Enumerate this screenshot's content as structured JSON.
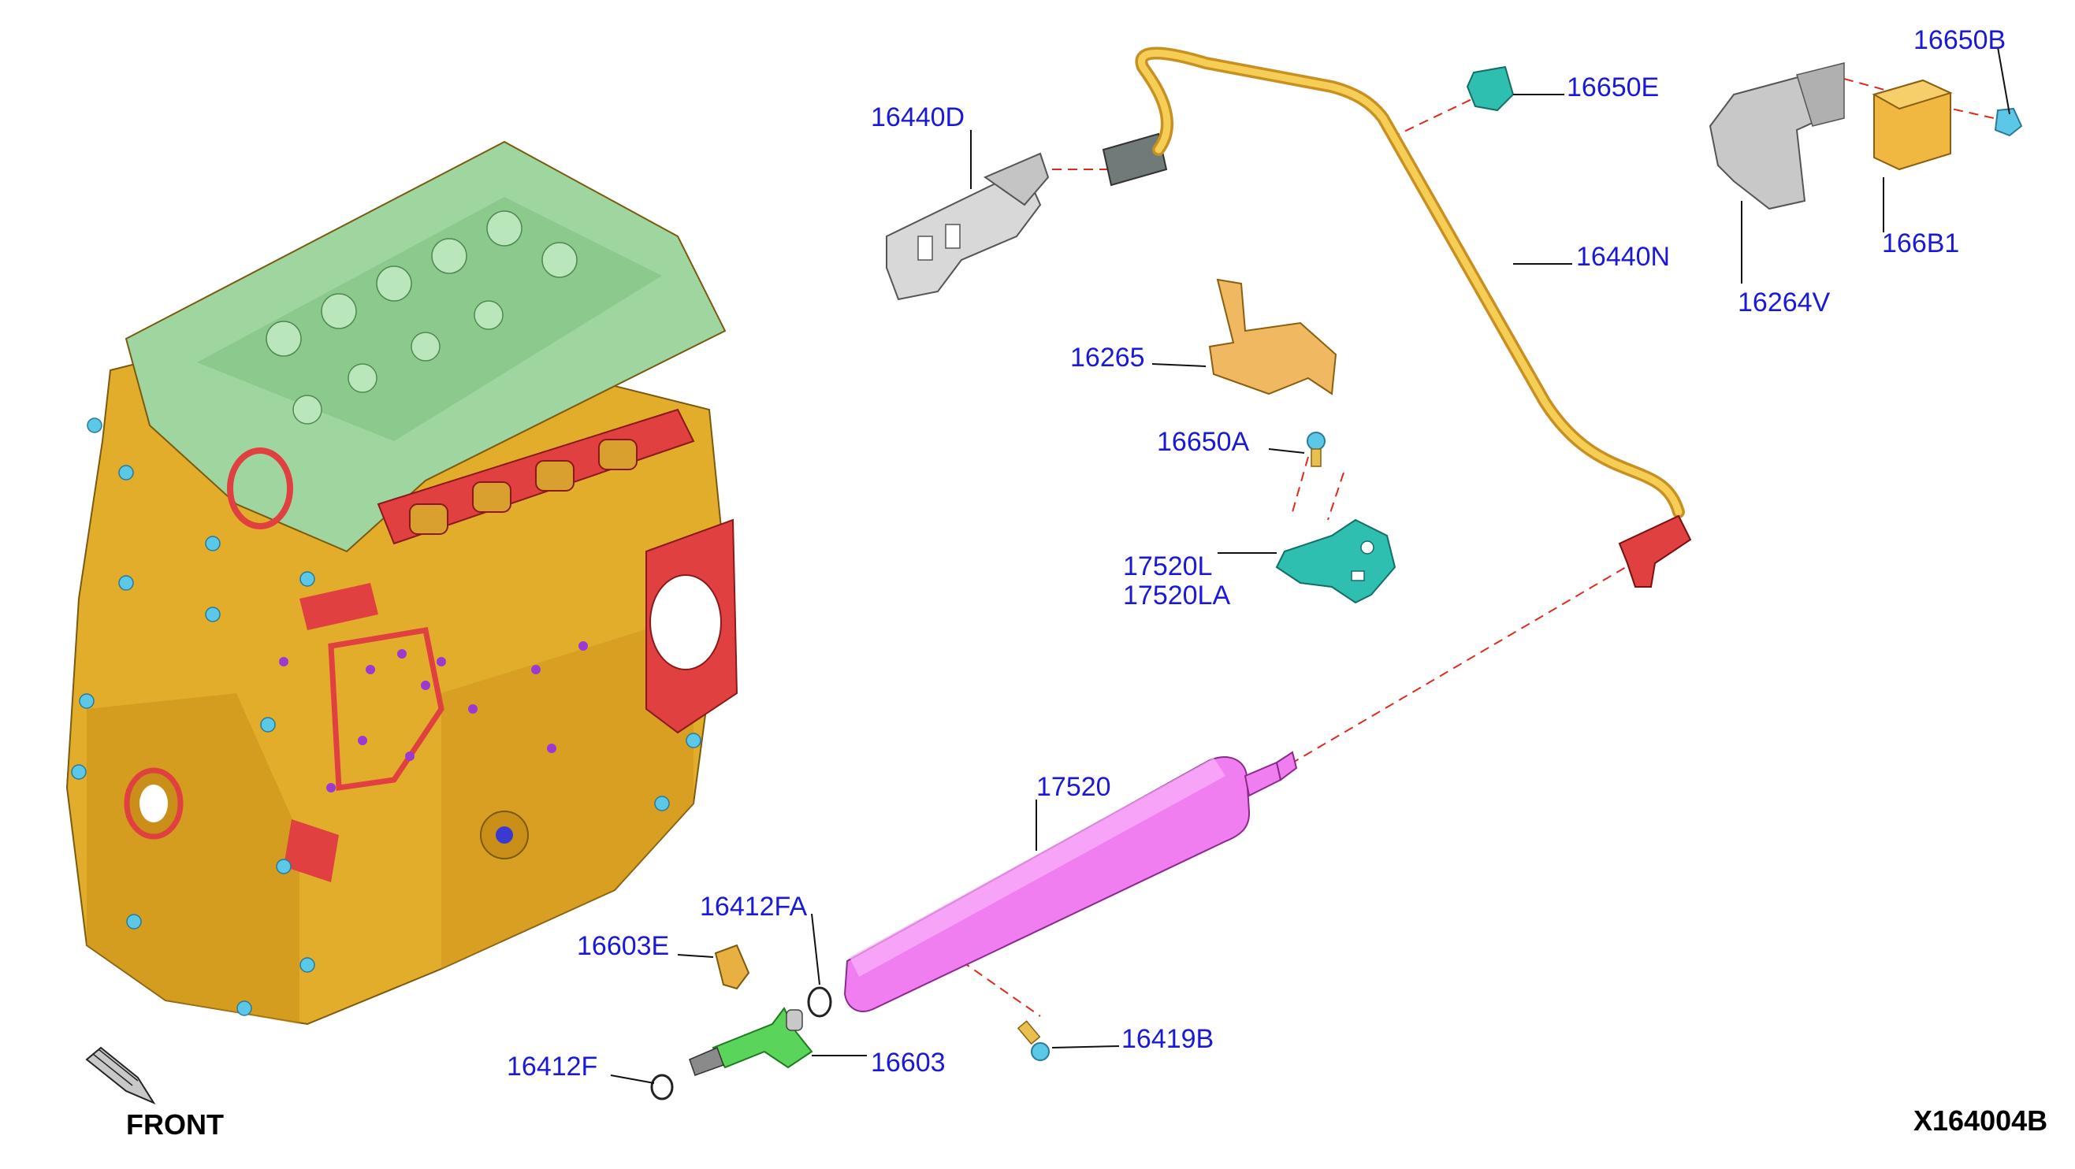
{
  "diagram": {
    "drawing_id": "X164004B",
    "front_label": "FRONT",
    "parts": [
      {
        "id": "16440D"
      },
      {
        "id": "16650E"
      },
      {
        "id": "16650B"
      },
      {
        "id": "16440N"
      },
      {
        "id": "166B1"
      },
      {
        "id": "16264V"
      },
      {
        "id": "16265"
      },
      {
        "id": "16650A"
      },
      {
        "id": "17520L"
      },
      {
        "id": "17520LA"
      },
      {
        "id": "17520"
      },
      {
        "id": "16412FA"
      },
      {
        "id": "16603E"
      },
      {
        "id": "16412F"
      },
      {
        "id": "16603"
      },
      {
        "id": "16419B"
      }
    ]
  },
  "colors": {
    "engine_block": "#e3ad2c",
    "cylinder_head": "#9fd6a0",
    "gasket": "#e04040",
    "fuel_rail": "#f07ef0",
    "fuel_hose": "#f3bf3a",
    "bracket": "#f0b860",
    "clip": "#2fbfb0",
    "injector": "#5bd45b",
    "bolt": "#5cc8e8",
    "label": "#1a1ad6",
    "leader_dash": "#e0281c"
  }
}
